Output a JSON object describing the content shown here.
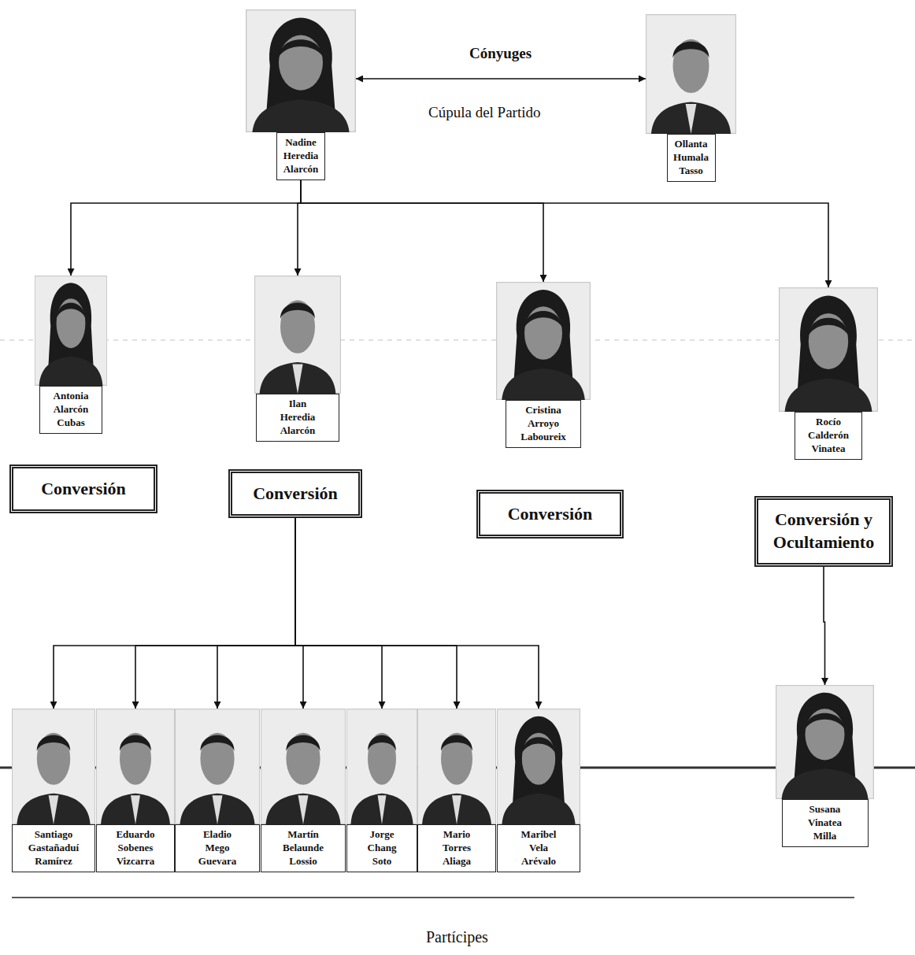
{
  "diagram": {
    "nodes": [
      {
        "text": [
          "Nadine Heredia Alarcón"
        ]
      },
      {
        "text": [
          "Ollanta Humala Tasso"
        ]
      },
      {
        "text": [
          "Antonia Alarcón Cubas"
        ]
      },
      {
        "text": [
          "Ilan Heredia Alarcón"
        ]
      },
      {
        "text": [
          "Cristina Arroyo Laboureix"
        ]
      },
      {
        "text": [
          "Rocío Calderón Vinatea"
        ]
      },
      {
        "text": [
          "Conversión"
        ]
      },
      {
        "text": [
          "Conversión"
        ]
      },
      {
        "text": [
          "Conversión"
        ]
      },
      {
        "text": [
          "Conversión y Ocultamiento"
        ]
      },
      {
        "text": [
          "Santiago Gastañaduí Ramírez"
        ]
      },
      {
        "text": [
          "Eduardo Sobenes Vizcarra"
        ]
      },
      {
        "text": [
          "Eladio Mego Guevara"
        ]
      },
      {
        "text": [
          "Martín Belaunde Lossio"
        ]
      },
      {
        "text": [
          "Jorge Chang Soto"
        ]
      },
      {
        "text": [
          "Mario Torres Aliaga"
        ]
      },
      {
        "text": [
          "Maribel Vela Arévalo"
        ]
      },
      {
        "text": [
          "Susana Vinatea Milla"
        ]
      }
    ],
    "edges": [
      {
        "from": 0,
        "to": 1,
        "label": "Cónyuges",
        "arrow": "both"
      },
      {
        "from": 0,
        "to": 2,
        "arrow": "to"
      },
      {
        "from": 0,
        "to": 3,
        "arrow": "to"
      },
      {
        "from": 0,
        "to": 4,
        "arrow": "to"
      },
      {
        "from": 0,
        "to": 5,
        "arrow": "to"
      },
      {
        "from": 7,
        "to": 10,
        "arrow": "to"
      },
      {
        "from": 7,
        "to": 11,
        "arrow": "to"
      },
      {
        "from": 7,
        "to": 12,
        "arrow": "to"
      },
      {
        "from": 7,
        "to": 13,
        "arrow": "to"
      },
      {
        "from": 7,
        "to": 14,
        "arrow": "to"
      },
      {
        "from": 7,
        "to": 15,
        "arrow": "to"
      },
      {
        "from": 7,
        "to": 16,
        "arrow": "to"
      },
      {
        "from": 9,
        "to": 17,
        "arrow": "to"
      }
    ],
    "labels": [
      "Cúpula del Partido",
      "Partícipes"
    ]
  }
}
